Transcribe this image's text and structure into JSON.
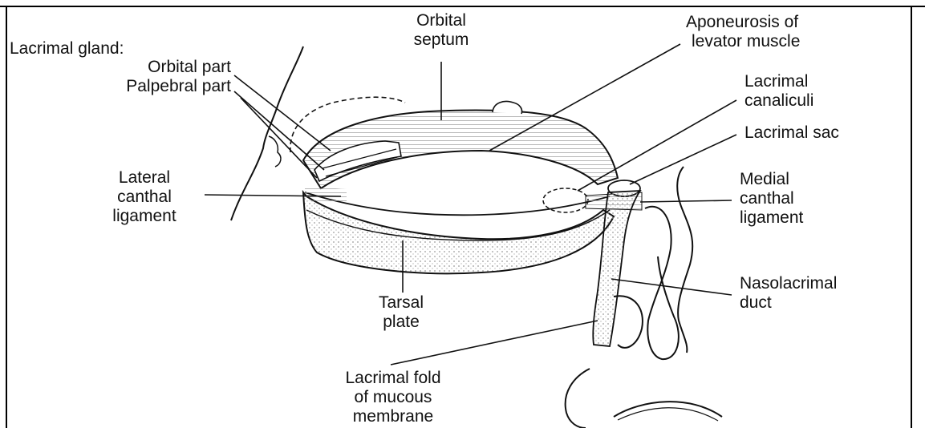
{
  "labels": {
    "lacrimal_gland": "Lacrimal gland:",
    "orbital_part": "Orbital part",
    "palpebral_part": "Palpebral part",
    "orbital_septum_1": "Orbital",
    "orbital_septum_2": "septum",
    "aponeurosis_1": "Aponeurosis of",
    "aponeurosis_2": "levator muscle",
    "canaliculi_1": "Lacrimal",
    "canaliculi_2": "canaliculi",
    "lacrimal_sac": "Lacrimal sac",
    "lateral_1": "Lateral",
    "lateral_2": "canthal",
    "lateral_3": "ligament",
    "medial_1": "Medial",
    "medial_2": "canthal",
    "medial_3": "ligament",
    "tarsal_1": "Tarsal",
    "tarsal_2": "plate",
    "nasolacrimal_1": "Nasolacrimal",
    "nasolacrimal_2": "duct",
    "fold_1": "Lacrimal fold",
    "fold_2": "of mucous",
    "fold_3": "membrane"
  },
  "colors": {
    "ink": "#111111",
    "hatch": "#8a8a8a",
    "background": "#ffffff"
  }
}
